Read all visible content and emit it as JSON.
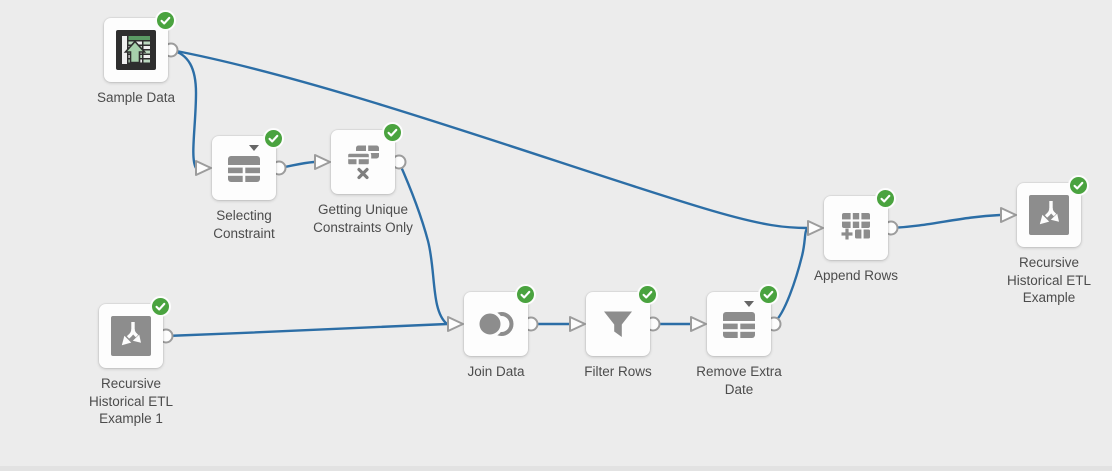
{
  "colors": {
    "background": "#ececec",
    "blue": "#2c6ea6",
    "green": "#3a7d3b",
    "badge": "#4aa33f",
    "icon_gray": "#8d8d8d"
  },
  "nodes": [
    {
      "id": "sample-data",
      "label_lines": [
        "Sample Data"
      ],
      "icon": "spreadsheet-upload-icon",
      "status": "complete"
    },
    {
      "id": "selecting-constraint",
      "label_lines": [
        "Selecting",
        "Constraint"
      ],
      "icon": "clean-table-icon",
      "status": "complete",
      "has_options_caret": true
    },
    {
      "id": "getting-unique-constraints-only",
      "label_lines": [
        "Getting Unique",
        "Constraints Only"
      ],
      "icon": "remove-duplicates-icon",
      "status": "complete"
    },
    {
      "id": "recursive-historical-etl-example-1",
      "label_lines": [
        "Recursive",
        "Historical ETL",
        "Example 1"
      ],
      "icon": "flow-branch-icon",
      "status": "complete"
    },
    {
      "id": "join-data",
      "label_lines": [
        "Join Data"
      ],
      "icon": "join-circles-icon",
      "status": "complete"
    },
    {
      "id": "filter-rows",
      "label_lines": [
        "Filter Rows"
      ],
      "icon": "filter-funnel-icon",
      "status": "complete"
    },
    {
      "id": "remove-extra-date",
      "label_lines": [
        "Remove Extra",
        "Date"
      ],
      "icon": "clean-table-icon",
      "status": "complete",
      "has_options_caret": true
    },
    {
      "id": "append-rows",
      "label_lines": [
        "Append Rows"
      ],
      "icon": "union-rows-icon",
      "status": "complete"
    },
    {
      "id": "recursive-historical-etl-example",
      "label_lines": [
        "Recursive",
        "Historical ETL",
        "Example"
      ],
      "icon": "flow-branch-icon",
      "status": "complete"
    }
  ],
  "connections": [
    {
      "from": "sample-data",
      "to": "selecting-constraint",
      "color": "blue"
    },
    {
      "from": "sample-data",
      "to": "append-rows",
      "color": "blue"
    },
    {
      "from": "selecting-constraint",
      "to": "getting-unique-constraints-only",
      "color": "blue"
    },
    {
      "from": "getting-unique-constraints-only",
      "to": "join-data",
      "color": "blue"
    },
    {
      "from": "recursive-historical-etl-example-1",
      "to": "join-data",
      "color": "green"
    },
    {
      "from": "join-data",
      "to": "filter-rows",
      "color": "blue"
    },
    {
      "from": "filter-rows",
      "to": "remove-extra-date",
      "color": "blue"
    },
    {
      "from": "remove-extra-date",
      "to": "append-rows",
      "color": "blue"
    },
    {
      "from": "append-rows",
      "to": "recursive-historical-etl-example",
      "color": "blue"
    }
  ]
}
